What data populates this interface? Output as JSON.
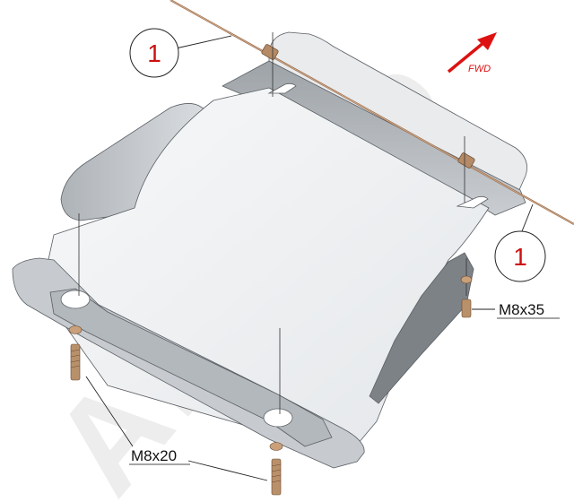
{
  "callouts": [
    {
      "number": "1"
    },
    {
      "number": "1"
    }
  ],
  "direction": {
    "label": "FWD"
  },
  "bolts": [
    {
      "label": "M8x35"
    },
    {
      "label": "M8x20"
    }
  ],
  "watermark": {
    "text": "ALFeco"
  },
  "colors": {
    "callout_number": "#cc1111",
    "fwd_arrow": "#dd1111",
    "plate_top": "#f2f4f6",
    "plate_side": "#c4c8cc",
    "bracket": "#b08060",
    "fastener": "#b8906a",
    "watermark": "#e6e6e6",
    "watermark_accent": "#f7e3cf"
  }
}
